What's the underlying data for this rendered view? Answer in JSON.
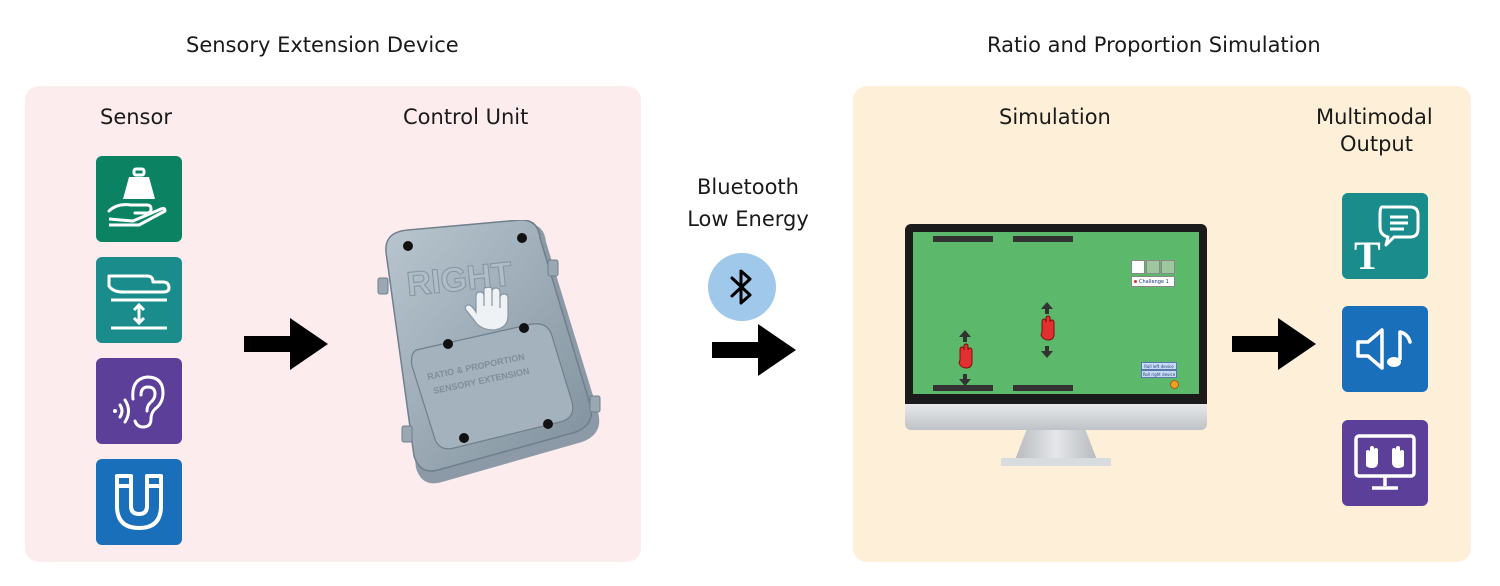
{
  "left_section": {
    "title": "Sensory Extension Device",
    "sensor_label": "Sensor",
    "control_unit_label": "Control Unit",
    "sensors": [
      {
        "icon": "weight-on-hand-icon",
        "color": "#0b8262"
      },
      {
        "icon": "hand-distance-icon",
        "color": "#1a8c8c"
      },
      {
        "icon": "ear-sound-icon",
        "color": "#5b3f98"
      },
      {
        "icon": "magnet-icon",
        "color": "#1a6fba"
      }
    ],
    "device": {
      "top_text": "RIGHT",
      "plate_line1": "RATIO & PROPORTION",
      "plate_line2": "SENSORY EXTENSION"
    }
  },
  "connection": {
    "line1": "Bluetooth",
    "line2": "Low Energy",
    "icon": "bluetooth-icon",
    "circle_color": "#9fc8ea"
  },
  "right_section": {
    "title": "Ratio and Proportion Simulation",
    "simulation_label": "Simulation",
    "output_label_line1": "Multimodal",
    "output_label_line2": "Output",
    "screen": {
      "dropdown_text": "Challenge 1",
      "button1": "Roll left device",
      "button2": "Roll right device"
    },
    "outputs": [
      {
        "icon": "text-speech-icon",
        "color": "#1a8c8c"
      },
      {
        "icon": "sound-music-icon",
        "color": "#1a6fba"
      },
      {
        "icon": "hands-display-icon",
        "color": "#5b3f98"
      }
    ]
  },
  "colors": {
    "left_panel": "#fdecee",
    "right_panel": "#fdefd8",
    "screen_green": "#5cb86a",
    "hand_red": "#e03030"
  }
}
